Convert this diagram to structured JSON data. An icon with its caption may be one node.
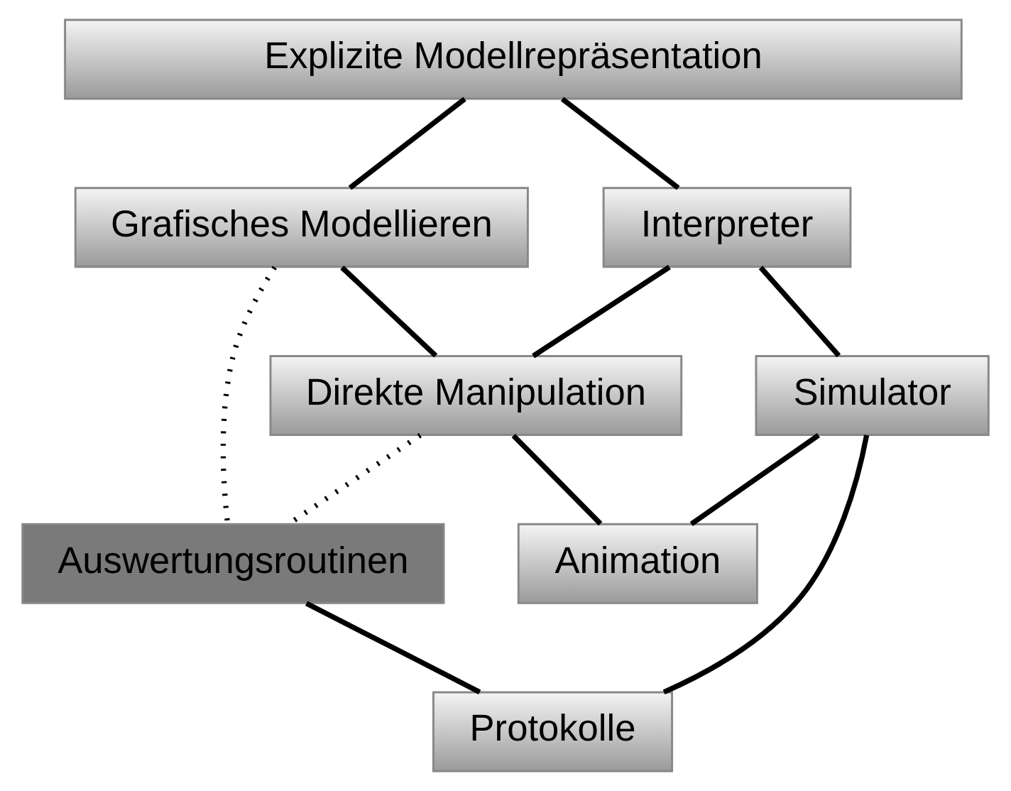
{
  "diagram": {
    "nodes": [
      {
        "text": [
          "Explizite Modellrepräsentation"
        ]
      },
      {
        "text": [
          "Grafisches Modellieren"
        ]
      },
      {
        "text": [
          "Interpreter"
        ]
      },
      {
        "text": [
          "Direkte Manipulation"
        ]
      },
      {
        "text": [
          "Simulator"
        ]
      },
      {
        "text": [
          "Animation"
        ]
      },
      {
        "text": [
          "Auswertungsroutinen"
        ]
      },
      {
        "text": [
          "Protokolle"
        ]
      }
    ],
    "edges": [
      {
        "from": 0,
        "to": 1,
        "arrow": "none"
      },
      {
        "from": 0,
        "to": 2,
        "arrow": "none"
      },
      {
        "from": 1,
        "to": 3,
        "arrow": "none"
      },
      {
        "from": 2,
        "to": 3,
        "arrow": "none"
      },
      {
        "from": 2,
        "to": 4,
        "arrow": "none"
      },
      {
        "from": 4,
        "to": 5,
        "arrow": "none"
      },
      {
        "from": 3,
        "to": 5,
        "arrow": "none"
      },
      {
        "from": 1,
        "to": 6,
        "arrow": "none",
        "style": "dashed"
      },
      {
        "from": 3,
        "to": 6,
        "arrow": "none",
        "style": "dashed"
      },
      {
        "from": 4,
        "to": 7,
        "arrow": "none"
      },
      {
        "from": 6,
        "to": 7,
        "arrow": "none"
      }
    ]
  }
}
